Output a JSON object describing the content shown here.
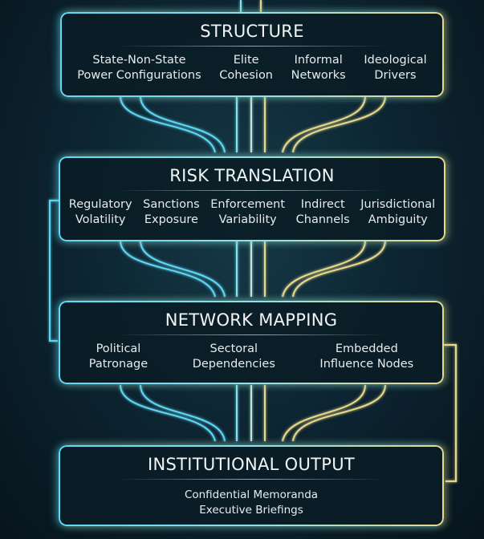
{
  "stages": [
    {
      "title": "STRUCTURE",
      "items": [
        "State-Non-State\nPower Configurations",
        "Elite\nCohesion",
        "Informal\nNetworks",
        "Ideological\nDrivers"
      ]
    },
    {
      "title": "RISK TRANSLATION",
      "items": [
        "Regulatory\nVolatility",
        "Sanctions\nExposure",
        "Enforcement\nVariability",
        "Indirect\nChannels",
        "Jurisdictional\nAmbiguity"
      ]
    },
    {
      "title": "NETWORK MAPPING",
      "items": [
        "Political\nPatronage",
        "Sectoral\nDependencies",
        "Embedded\nInfluence Nodes"
      ]
    },
    {
      "title": "INSTITUTIONAL OUTPUT",
      "items": [
        "Confidential Memoranda\nExecutive Briefings"
      ]
    }
  ],
  "colors": {
    "cyan": "#5fd8f5",
    "gold": "#e9d98a",
    "background": "#0d2633"
  }
}
